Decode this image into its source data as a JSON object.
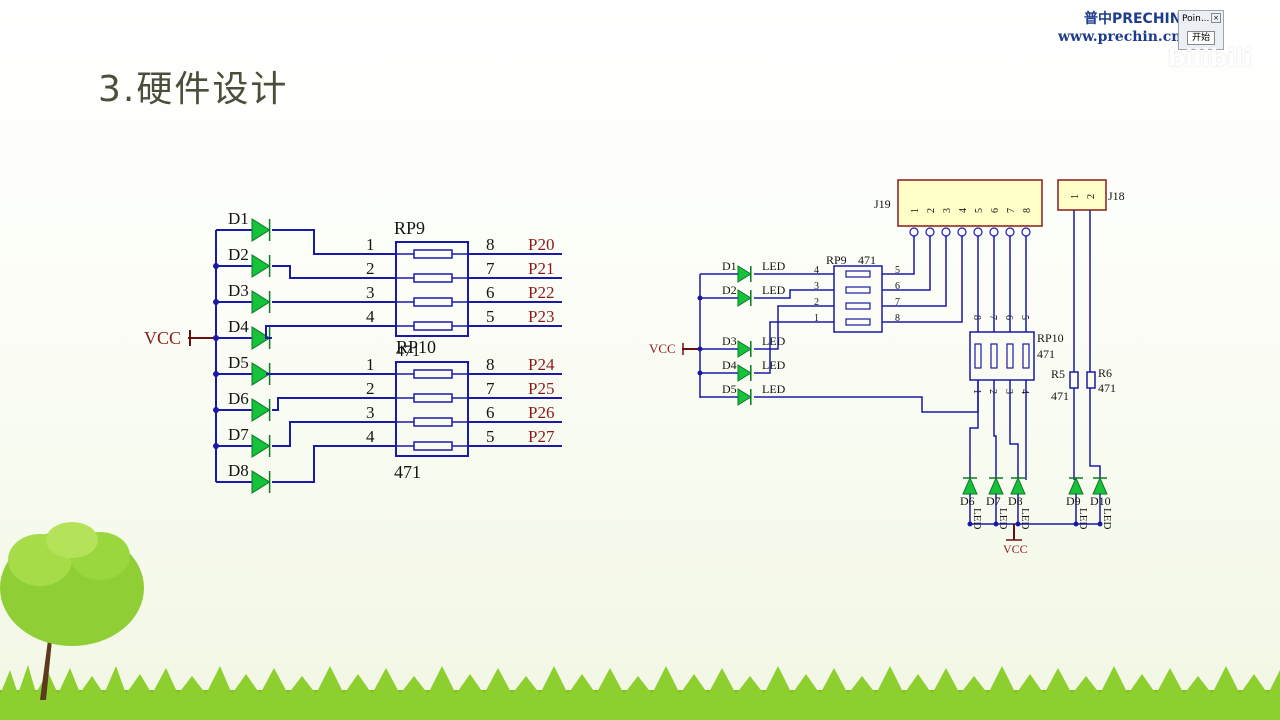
{
  "slide": {
    "title": "3.硬件设计"
  },
  "brand": {
    "line1": "普中PRECHIN",
    "line2": "www.prechin.cn"
  },
  "toolbar": {
    "label_top": "Poin...",
    "label_btn": "开始"
  },
  "watermark": "bilibili",
  "left_schematic": {
    "power": "VCC",
    "leds": [
      "D1",
      "D2",
      "D3",
      "D4",
      "D5",
      "D6",
      "D7",
      "D8"
    ],
    "rp_top": {
      "name": "RP9",
      "value": "471",
      "left_pins": [
        "1",
        "2",
        "3",
        "4"
      ],
      "right_pins": [
        "8",
        "7",
        "6",
        "5"
      ],
      "ports": [
        "P20",
        "P21",
        "P22",
        "P23"
      ]
    },
    "rp_bottom": {
      "name": "RP10",
      "value": "471",
      "left_pins": [
        "1",
        "2",
        "3",
        "4"
      ],
      "right_pins": [
        "8",
        "7",
        "6",
        "5"
      ],
      "ports": [
        "P24",
        "P25",
        "P26",
        "P27"
      ]
    }
  },
  "right_schematic": {
    "power": "VCC",
    "j19": {
      "name": "J19",
      "pins": [
        "1",
        "2",
        "3",
        "4",
        "5",
        "6",
        "7",
        "8"
      ]
    },
    "j18": {
      "name": "J18",
      "pins": [
        "1",
        "2"
      ]
    },
    "leds_left": [
      {
        "ref": "D1",
        "label": "LED"
      },
      {
        "ref": "D2",
        "label": "LED"
      },
      {
        "ref": "D3",
        "label": "LED"
      },
      {
        "ref": "D4",
        "label": "LED"
      },
      {
        "ref": "D5",
        "label": "LED"
      }
    ],
    "rp9": {
      "name": "RP9",
      "value": "471",
      "left_pins": [
        "4",
        "3",
        "2",
        "1"
      ],
      "right_pins": [
        "5",
        "6",
        "7",
        "8"
      ]
    },
    "rp10": {
      "name": "RP10",
      "value": "471",
      "top_pins": [
        "8",
        "7",
        "6",
        "5"
      ],
      "bottom_pins": [
        "1",
        "2",
        "3",
        "4"
      ]
    },
    "r5": {
      "name": "R5",
      "value": "471"
    },
    "r6": {
      "name": "R6",
      "value": "471"
    },
    "leds_bottom": [
      "D6",
      "D7",
      "D8",
      "D9",
      "D10"
    ],
    "led_word": "LED"
  }
}
